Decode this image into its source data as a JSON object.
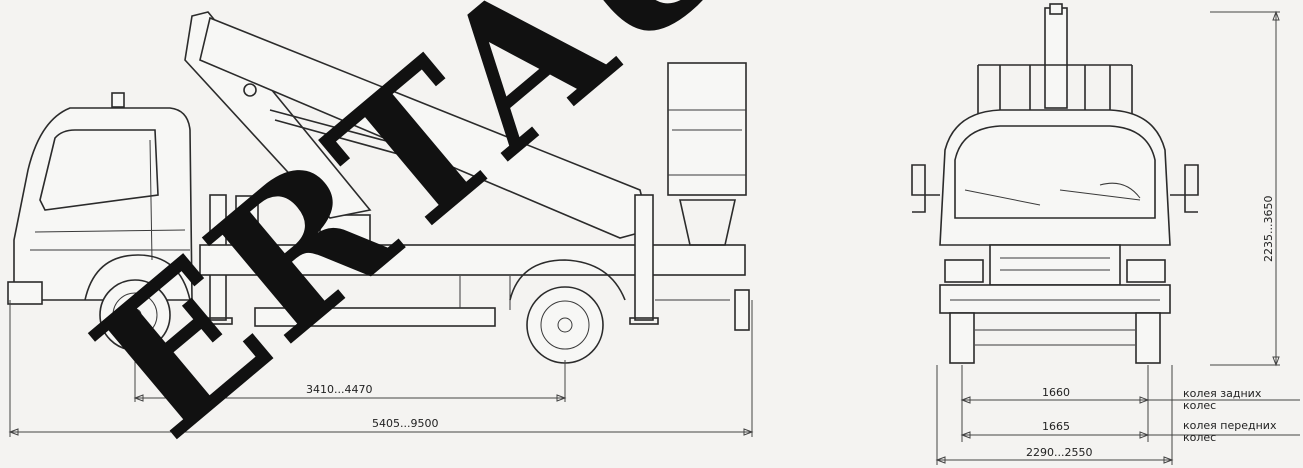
{
  "watermark": "ERTAUT",
  "side_view": {
    "wheelbase_label": "3410...4470",
    "overall_length_label": "5405...9500"
  },
  "front_view": {
    "height_label": "2235...3650",
    "rear_track_value": "1660",
    "rear_track_caption": "колея задних колес",
    "front_track_value": "1665",
    "front_track_caption": "колея передних колес",
    "width_label": "2290...2550"
  }
}
